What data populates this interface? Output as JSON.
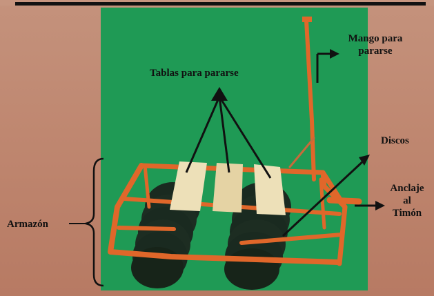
{
  "labels": {
    "tablas": "Tablas  para pararse",
    "mango": "Mango para\npararse",
    "discos": "Discos",
    "anclaje": "Anclaje\nal\nTimón",
    "armazon": "Armazón"
  },
  "colors": {
    "background": "#c08a73",
    "photo_background": "#1f9a55",
    "frame": "#e0672a",
    "boards": "#ecdcb0",
    "discs": "#1d2a22",
    "arrows": "#111111"
  }
}
